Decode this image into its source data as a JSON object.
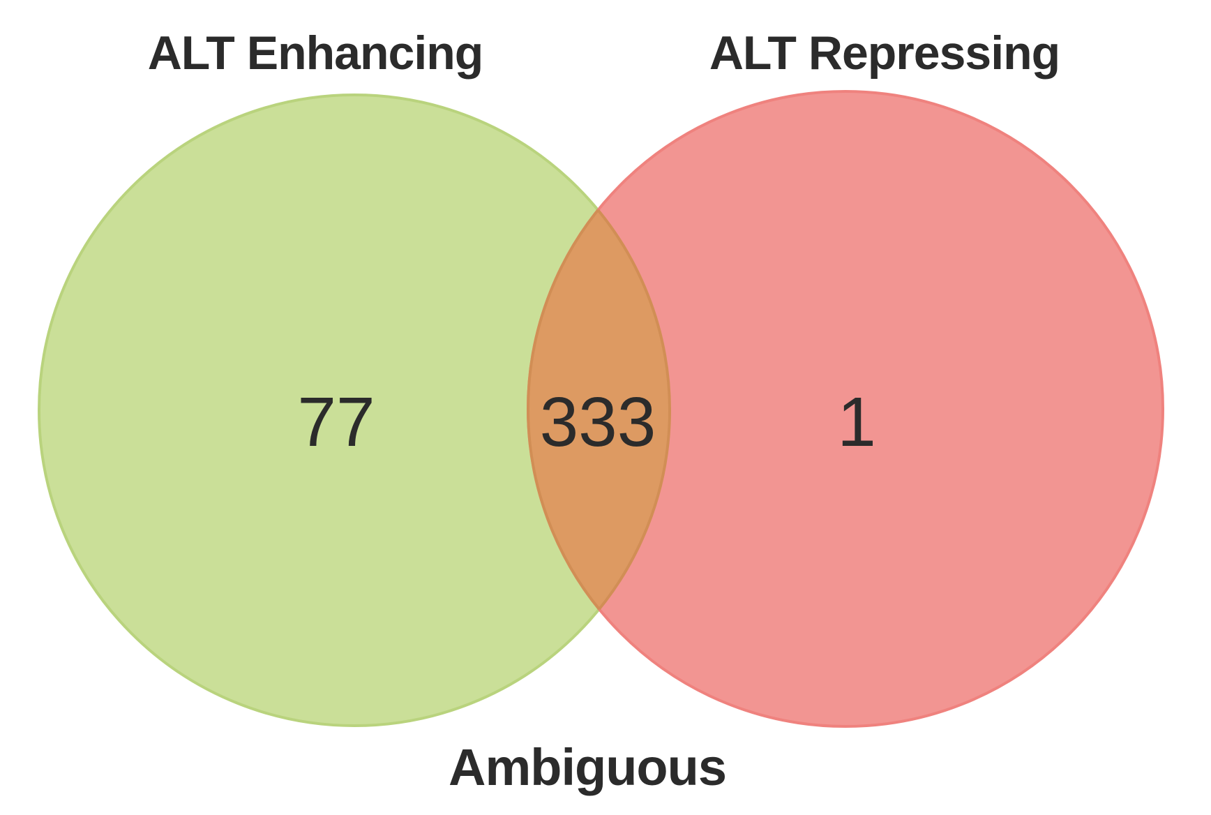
{
  "figure": {
    "background": "#ffffff",
    "text_color": "#2b2b2b",
    "sets": [
      {
        "name": "ALT Enhancing",
        "color": "#cadf98",
        "unique_count": "77"
      },
      {
        "name": "ALT Repressing",
        "color": "#f29592",
        "unique_count": "1"
      }
    ],
    "intersection": {
      "count": "333",
      "label": "Ambiguous",
      "color": "#dd9a62"
    }
  },
  "chart_data": {
    "type": "venn",
    "sets": [
      {
        "name": "ALT Enhancing",
        "only_value": 77
      },
      {
        "name": "ALT Repressing",
        "only_value": 1
      }
    ],
    "intersection": {
      "value": 333,
      "label": "Ambiguous"
    },
    "legend_position": "labels-around-circles",
    "notes": "Two-circle Venn diagram; left circle green, right circle pink, overlap orange"
  }
}
